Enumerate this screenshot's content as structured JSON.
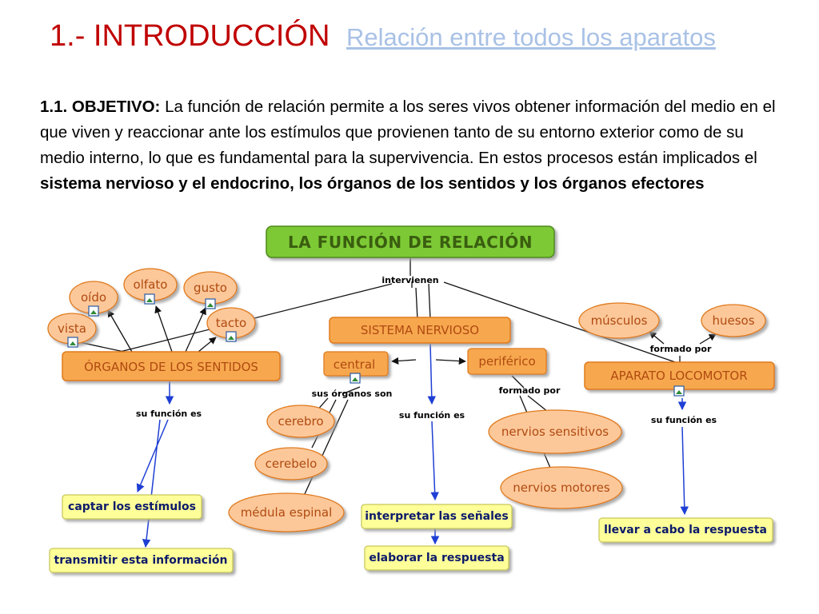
{
  "title": {
    "number": "1.- INTRODUCCIÓN",
    "link": "Relación entre todos los aparatos"
  },
  "objective": {
    "label": "1.1. OBJETIVO:",
    "text": " La función de relación permite a los seres vivos obtener información del medio en el que viven y reaccionar ante los estímulos que provienen tanto de su entorno exterior como de su medio interno, lo que es fundamental para la supervivencia. En estos procesos están implicados el ",
    "bold": "sistema nervioso y el endocrino, los órganos de los sentidos y los órganos efectores"
  },
  "concept_map": {
    "main": "LA FUNCIÓN DE RELACIÓN",
    "link_intervienen": "intervienen",
    "organos_sentidos": "ÓRGANOS DE LOS SENTIDOS",
    "sistema_nervioso": "SISTEMA NERVIOSO",
    "aparato_locomotor": "APARATO LOCOMOTOR",
    "senses": {
      "olfato": "olfato",
      "gusto": "gusto",
      "oido": "oído",
      "vista": "vista",
      "tacto": "tacto"
    },
    "central": "central",
    "periferico": "periférico",
    "link_sus_organos_son": "sus órganos son",
    "cerebro": "cerebro",
    "cerebelo": "cerebelo",
    "medula": "médula espinal",
    "link_formado_por_1": "formado por",
    "nervios_sensitivos": "nervios sensitivos",
    "nervios_motores": "nervios motores",
    "musculos": "músculos",
    "huesos": "huesos",
    "link_formado_por_2": "formado por",
    "link_su_funcion_1": "su función  es",
    "link_su_funcion_2": "su función es",
    "link_su_funcion_3": "su función es",
    "captar": "captar los estímulos",
    "transmitir": "transmitir esta información",
    "interpretar": "interpretar las señales",
    "elaborar": "elaborar la respuesta",
    "llevar": "llevar a cabo la respuesta"
  },
  "colors": {
    "title_red": "#c00000",
    "link_blue": "#a9c1e6",
    "node_orange": "#f7a850",
    "ellipse_peach": "#fcc89a",
    "main_green": "#7bc934",
    "yellow_box": "#ffff99",
    "arrow_blue": "#1f3fd4"
  }
}
